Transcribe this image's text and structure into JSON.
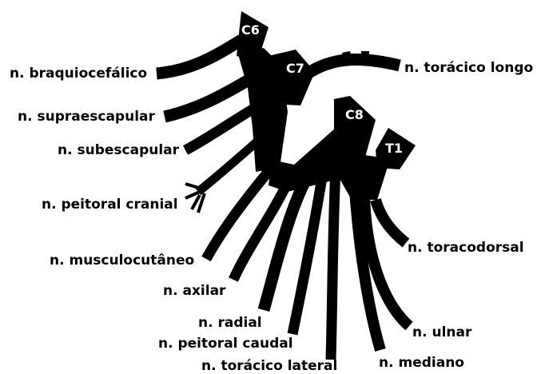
{
  "roots": {
    "c6": "C6",
    "c7": "C7",
    "c8": "C8",
    "t1": "T1"
  },
  "nerves": {
    "braquiocefalico": "n. braquiocefálico",
    "supraescapular": "n. supraescapular",
    "subescapular": "n. subescapular",
    "peitoral_cranial": "n. peitoral cranial",
    "musculocutaneo": "n. musculocutâneo",
    "axilar": "n. axilar",
    "radial": "n. radial",
    "peitoral_caudal": "n. peitoral caudal",
    "toracico_lateral": "n. torácico lateral",
    "toracico_longo": "n. torácico longo",
    "toracodorsal": "n. toracodorsal",
    "ulnar": "n. ulnar",
    "mediano": "n. mediano"
  }
}
